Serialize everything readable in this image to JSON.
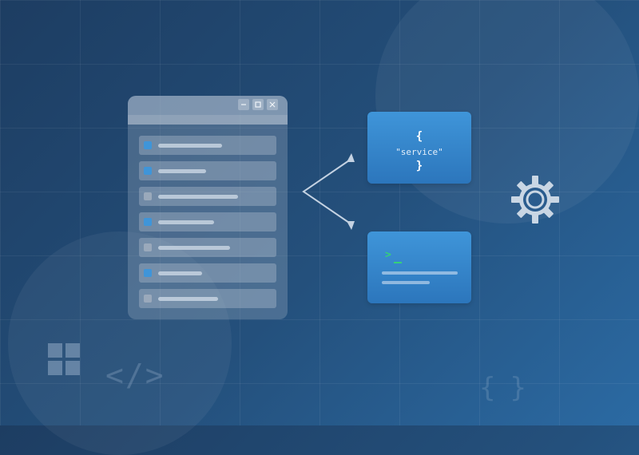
{
  "colors": {
    "accent_blue": "#3f95d9",
    "terminal_green": "#35d07a",
    "list_marker_active": "#3f95d9",
    "list_marker_inactive": "#9aa9bb"
  },
  "window": {
    "buttons": [
      "minimize-icon",
      "maximize-icon",
      "close-icon"
    ],
    "list_markers": [
      "active",
      "active",
      "inactive",
      "active",
      "inactive",
      "active",
      "inactive"
    ]
  },
  "json_card": {
    "open_brace": "{",
    "text": "\"service\"",
    "close_brace": "}"
  },
  "terminal_card": {
    "prompt": ">"
  },
  "decor": {
    "code_glyph": "</>",
    "brace_glyph": "{}"
  },
  "icons": [
    "gear-icon",
    "windows-tiles-icon",
    "arrow-fork-icon"
  ]
}
